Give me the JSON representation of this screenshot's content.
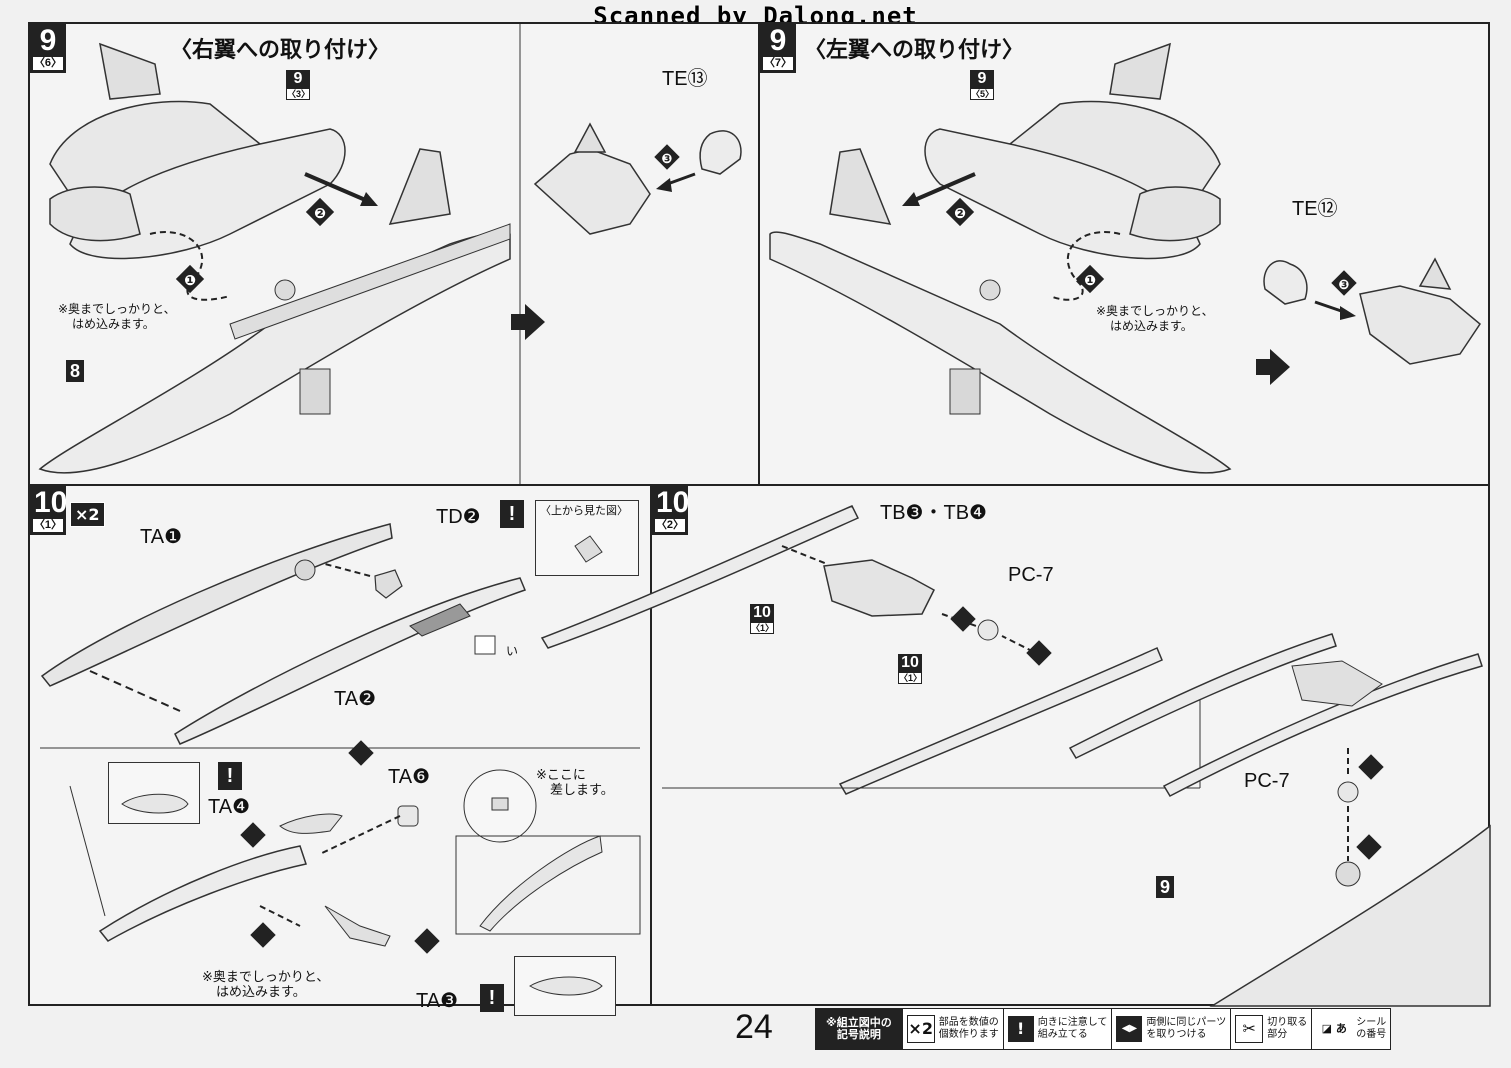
{
  "watermark": "Scanned by Dalong.net",
  "page_number": "24",
  "step9_right": {
    "step": "9",
    "sub": "〈6〉",
    "title": "〈右翼への取り付け〉",
    "ref_part": "9",
    "ref_sub": "〈3〉",
    "base_part": "8",
    "part_te": "TE⑬",
    "note": [
      "※奥までしっかりと、",
      "はめ込みます。"
    ],
    "markers": [
      "❶",
      "❷",
      "❸"
    ]
  },
  "step9_left": {
    "step": "9",
    "sub": "〈7〉",
    "title": "〈左翼への取り付け〉",
    "ref_part": "9",
    "ref_sub": "〈5〉",
    "part_te": "TE⑫",
    "note": [
      "※奥までしっかりと、",
      "はめ込みます。"
    ],
    "markers": [
      "❶",
      "❷",
      "❸"
    ]
  },
  "step10_1": {
    "step": "10",
    "sub": "〈1〉",
    "count": "×2",
    "part_ta1": "TA❶",
    "part_ta2": "TA❷",
    "part_td2": "TD❷",
    "part_ta3": "TA❸",
    "part_ta4": "TA❹",
    "part_ta6": "TA❻",
    "topview": "〈上から見た図〉",
    "seal": "い",
    "insert_note": [
      "※ここに",
      "差します。"
    ],
    "note": [
      "※奥までしっかりと、",
      "はめ込みます。"
    ],
    "warn": "!"
  },
  "step10_2": {
    "step": "10",
    "sub": "〈2〉",
    "part_tb": "TB❸・TB❹",
    "part_pc": "PC-7",
    "ref_part": "10",
    "ref_sub": "〈1〉",
    "base_part": "9"
  },
  "legend": {
    "title": [
      "※組立図中の",
      "記号説明"
    ],
    "items": [
      {
        "icon": "×2",
        "text": [
          "部品を数値の",
          "個数作ります"
        ]
      },
      {
        "icon": "!",
        "text": [
          "向きに注意して",
          "組み立てる"
        ]
      },
      {
        "icon": "◀▶",
        "text": [
          "両側に同じパーツ",
          "を取りつける"
        ]
      },
      {
        "icon": "✂",
        "text": [
          "切り取る",
          "部分"
        ]
      },
      {
        "icon": "◪ あ",
        "text": [
          "シール",
          "の番号"
        ]
      }
    ]
  }
}
